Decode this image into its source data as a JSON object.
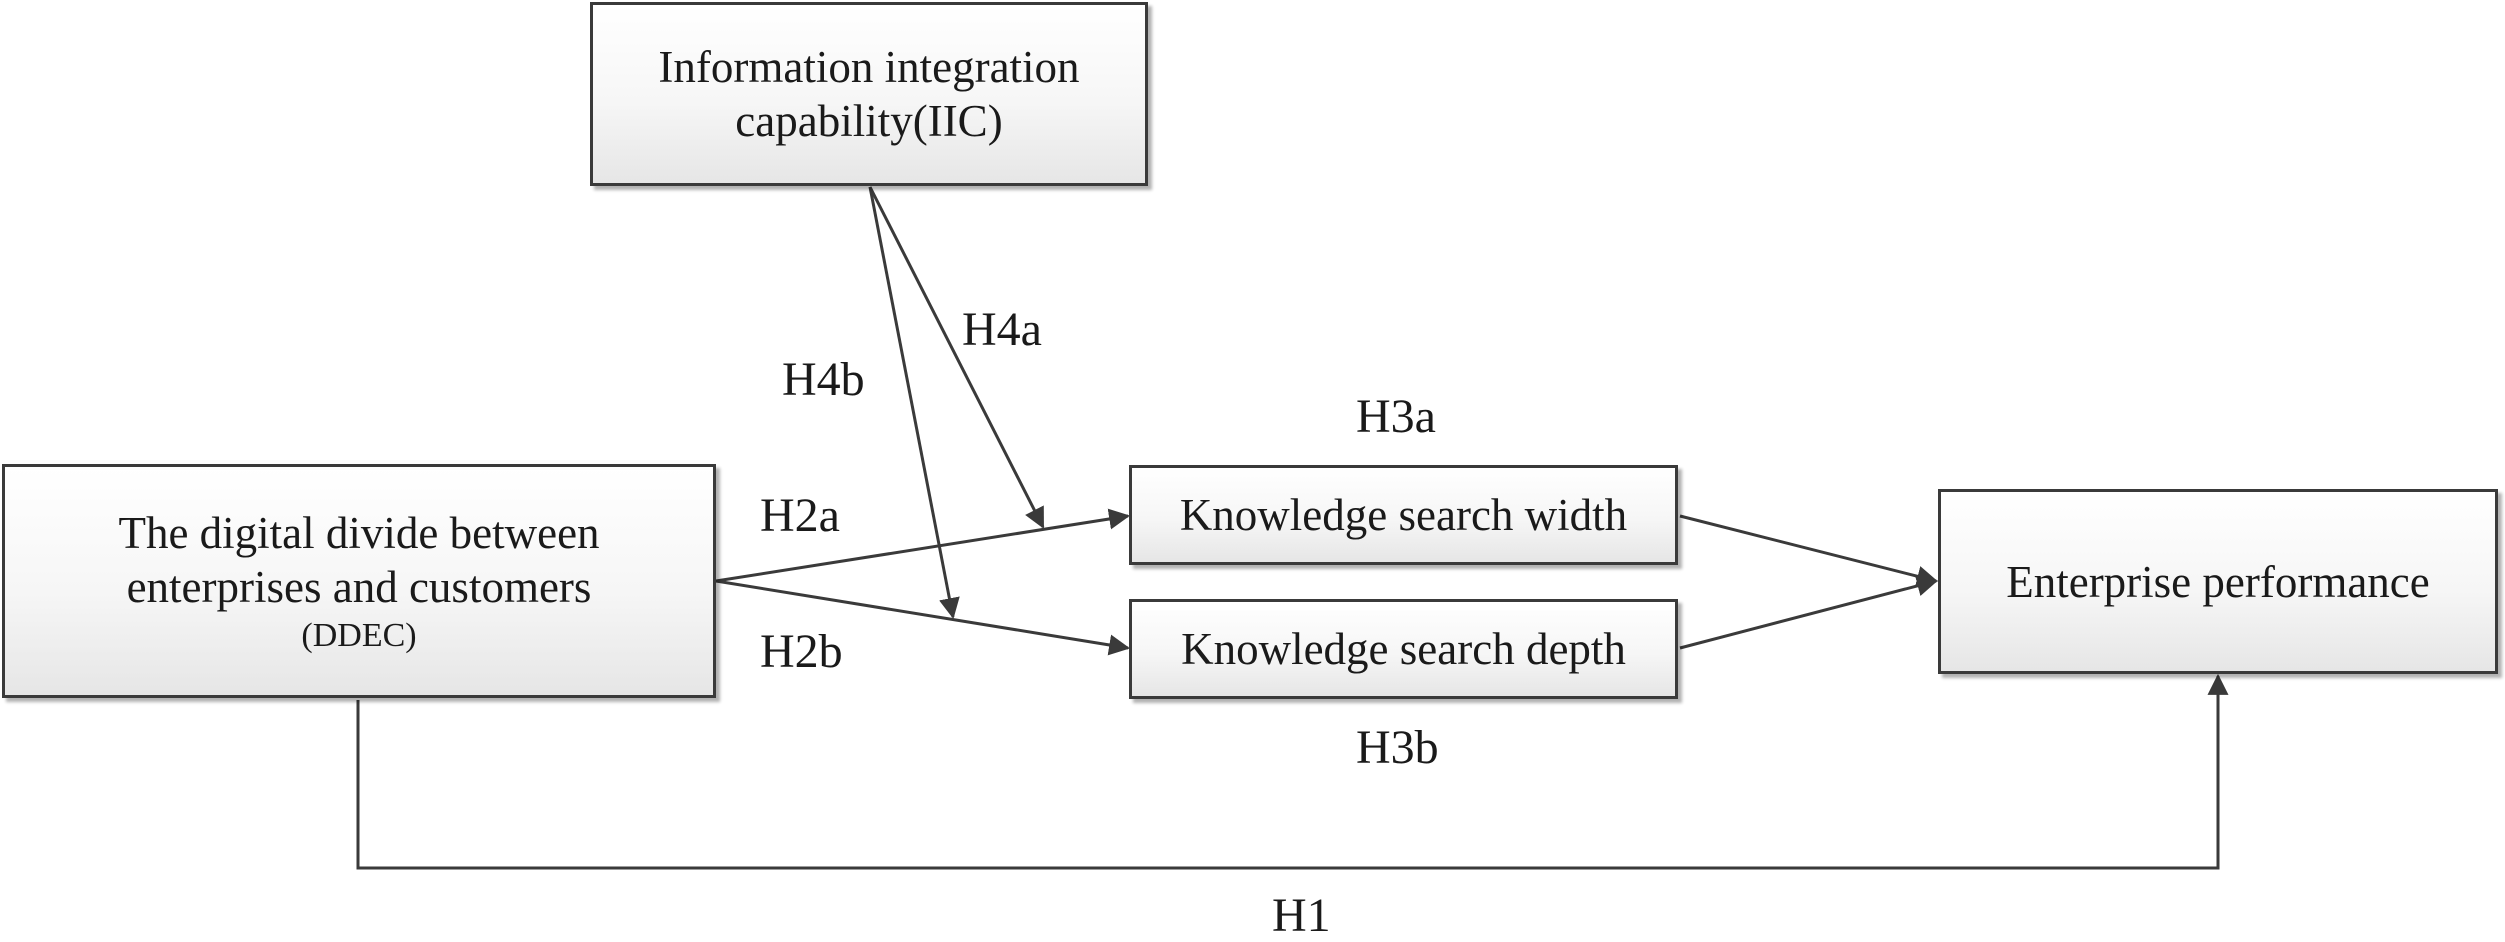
{
  "boxes": {
    "iic": {
      "line1": "Information integration",
      "line2": "capability(IIC)"
    },
    "ddec": {
      "line1": "The digital divide between",
      "line2": "enterprises and customers",
      "line3": "(DDEC)"
    },
    "ksw": {
      "text": "Knowledge search width"
    },
    "ksd": {
      "text": "Knowledge search depth"
    },
    "ep": {
      "text": "Enterprise performance"
    }
  },
  "hypotheses": {
    "h1": "H1",
    "h2a": "H2a",
    "h2b": "H2b",
    "h3a": "H3a",
    "h3b": "H3b",
    "h4a": "H4a",
    "h4b": "H4b"
  },
  "colors": {
    "line": "#3a3a3a",
    "border": "#3a3a3a",
    "background": "#ffffff"
  }
}
